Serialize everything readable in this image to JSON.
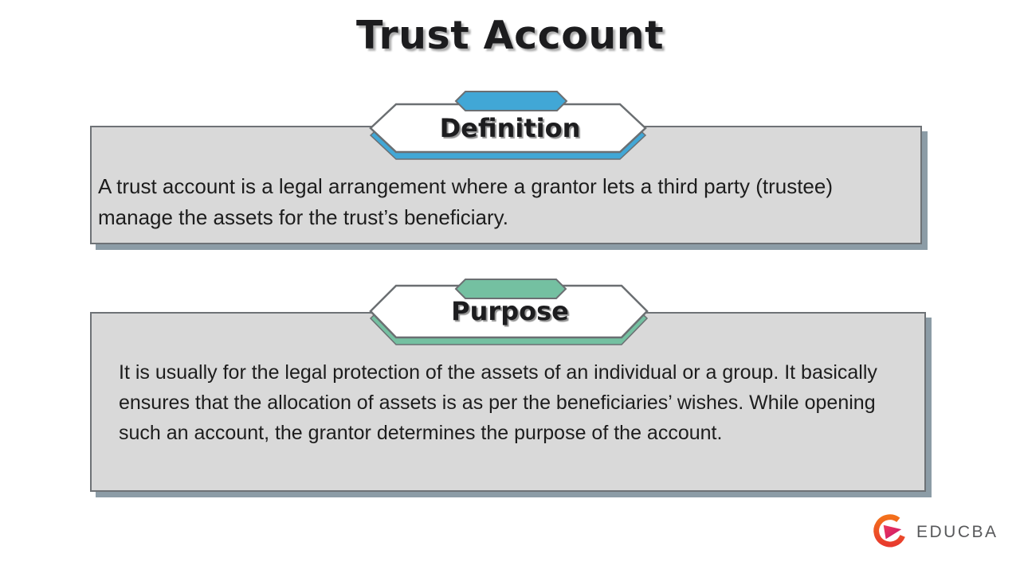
{
  "title": "Trust Account",
  "colors": {
    "accent_blue": "#41a7d6",
    "accent_green": "#74c0a1",
    "box_fill": "#d9d9d9",
    "box_border": "#6e7276",
    "box_shadow": "#8c9ca6",
    "badge_border": "#6b6f72",
    "heading_text": "#1c1c1e",
    "body_text": "#1d1d1d",
    "logo_text": "#58595b",
    "logo_orange": "#f3701b",
    "logo_red": "#e83a2e",
    "logo_pink": "#d8245d"
  },
  "sections": [
    {
      "label": "Definition",
      "body": "A trust account is a legal arrangement where a grantor lets a third party (trustee) manage the assets for the trust’s beneficiary."
    },
    {
      "label": "Purpose",
      "body": "It is usually for the legal protection of the assets of an individual or a group. It basically ensures that the allocation of assets is as per the beneficiaries’ wishes. While opening such an account, the grantor determines the purpose of the account."
    }
  ],
  "logo": {
    "text": "EDUCBA"
  }
}
